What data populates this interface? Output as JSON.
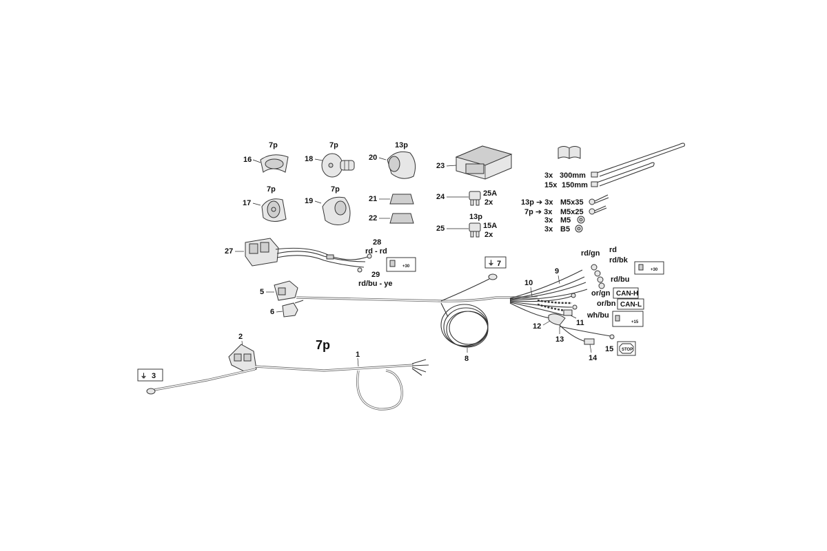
{
  "diagram": {
    "connector_labels": {
      "c16": "7p",
      "c18": "7p",
      "c20": "13p",
      "c17": "7p",
      "c19": "7p",
      "c25": "13p",
      "main": "7p"
    },
    "part_numbers": {
      "p1": "1",
      "p2": "2",
      "p3": "3",
      "p5": "5",
      "p6": "6",
      "p7": "7",
      "p8": "8",
      "p9": "9",
      "p10": "10",
      "p11": "11",
      "p12": "12",
      "p13": "13",
      "p14": "14",
      "p15": "15",
      "p16": "16",
      "p17": "17",
      "p18": "18",
      "p19": "19",
      "p20": "20",
      "p21": "21",
      "p22": "22",
      "p23": "23",
      "p24": "24",
      "p25": "25",
      "p27": "27",
      "p28": "28",
      "p29": "29"
    },
    "fuses": {
      "f24_amp": "25A",
      "f24_qty": "2x",
      "f25_amp": "15A",
      "f25_qty": "2x"
    },
    "hardware": {
      "ties_300_qty": "3x",
      "ties_300_len": "300mm",
      "ties_150_qty": "15x",
      "ties_150_len": "150mm",
      "screw_m5x35_prefix": "13p ➔ 3x",
      "screw_m5x35": "M5x35",
      "screw_m5x25_prefix": "7p ➔ 3x",
      "screw_m5x25": "M5x25",
      "nut_m5_qty": "3x",
      "nut_m5": "M5",
      "washer_b5_qty": "3x",
      "washer_b5": "B5"
    },
    "wire_colors": {
      "w28": "rd - rd",
      "w29": "rd/bu - ye",
      "rd_gn": "rd/gn",
      "rd": "rd",
      "rd_bk": "rd/bk",
      "rd_bu": "rd/bu",
      "or_gn": "or/gn",
      "or_bn": "or/bn",
      "wh_bu": "wh/bu"
    },
    "box_labels": {
      "can_h": "CAN-H",
      "can_l": "CAN-L",
      "stop": "STOP",
      "plus30_a": "+30",
      "plus30_b": "+30",
      "plus15": "+15"
    },
    "colors": {
      "line": "#333333",
      "part_fill": "#e6e6e6"
    }
  }
}
